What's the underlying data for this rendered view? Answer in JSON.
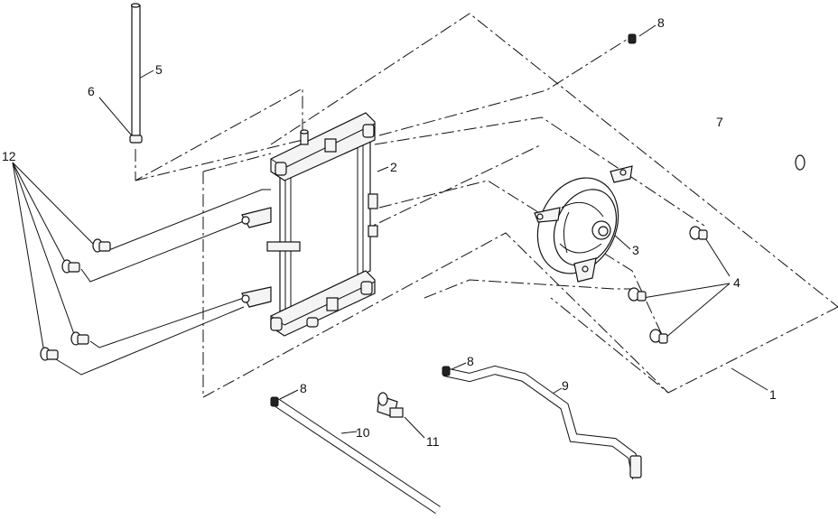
{
  "diagram": {
    "callouts": {
      "c1": "1",
      "c2": "2",
      "c3": "3",
      "c4": "4",
      "c5": "5",
      "c6": "6",
      "c7": "7",
      "c8a": "8",
      "c8b": "8",
      "c8c": "8",
      "c9": "9",
      "c10": "10",
      "c11": "11",
      "c12": "12"
    }
  }
}
